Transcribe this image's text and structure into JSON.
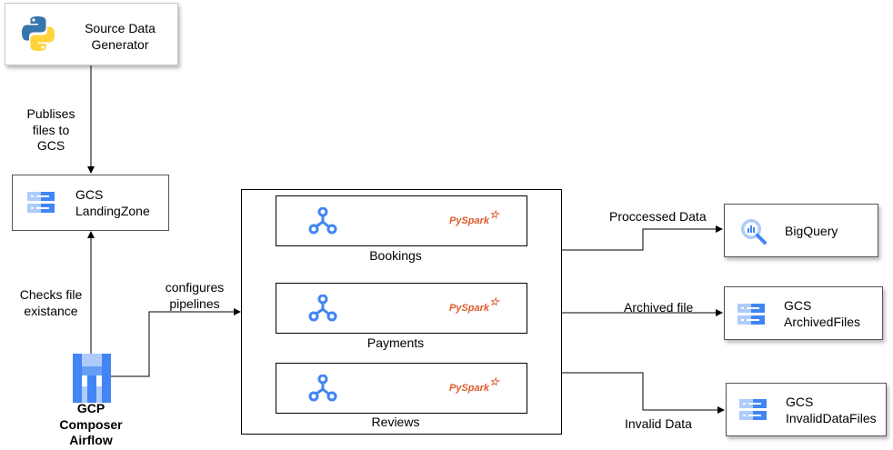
{
  "nodes": {
    "source": {
      "label_line1": "Source Data",
      "label_line2": "Generator"
    },
    "landing": {
      "label_line1": "GCS",
      "label_line2": "LandingZone"
    },
    "composer": {
      "label_line1": "GCP",
      "label_line2": "Composer",
      "label_line3": "Airflow"
    },
    "bigquery": {
      "label": "BigQuery"
    },
    "archived": {
      "label_line1": "GCS",
      "label_line2": "ArchivedFiles"
    },
    "invalid": {
      "label_line1": "GCS",
      "label_line2": "InvalidDataFiles"
    }
  },
  "pipelines": [
    {
      "label": "Bookings",
      "target": "PySpark"
    },
    {
      "label": "Payments",
      "target": "PySpark"
    },
    {
      "label": "Reviews",
      "target": "PySpark"
    }
  ],
  "edges": {
    "publishes": {
      "line1": "Publises",
      "line2": "files to",
      "line3": "GCS"
    },
    "checks": {
      "line1": "Checks file",
      "line2": "existance"
    },
    "configures": {
      "line1": "configures",
      "line2": "pipelines"
    },
    "processed": "Proccessed Data",
    "archived": "Archived file",
    "invalid": "Invalid Data"
  },
  "colors": {
    "gcp_blue": "#4285f4",
    "gcp_light_blue": "#aecbfa",
    "python_blue": "#3776ab",
    "python_yellow": "#ffd43b",
    "spark_orange": "#e25a1c"
  }
}
